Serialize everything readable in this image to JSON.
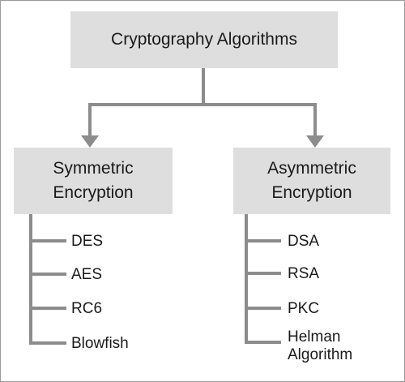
{
  "root": {
    "label": "Cryptography Algorithms"
  },
  "branches": [
    {
      "label": "Symmetric\nEncryption",
      "items": [
        "DES",
        "AES",
        "RC6",
        "Blowfish"
      ]
    },
    {
      "label": "Asymmetric\nEncryption",
      "items": [
        "DSA",
        "RSA",
        "PKC",
        "Helman\nAlgorithm"
      ]
    }
  ],
  "colors": {
    "box_fill": "#dedede",
    "line": "#8c8c8c",
    "frame": "#9a9a9a",
    "text": "#1a1a1a"
  }
}
